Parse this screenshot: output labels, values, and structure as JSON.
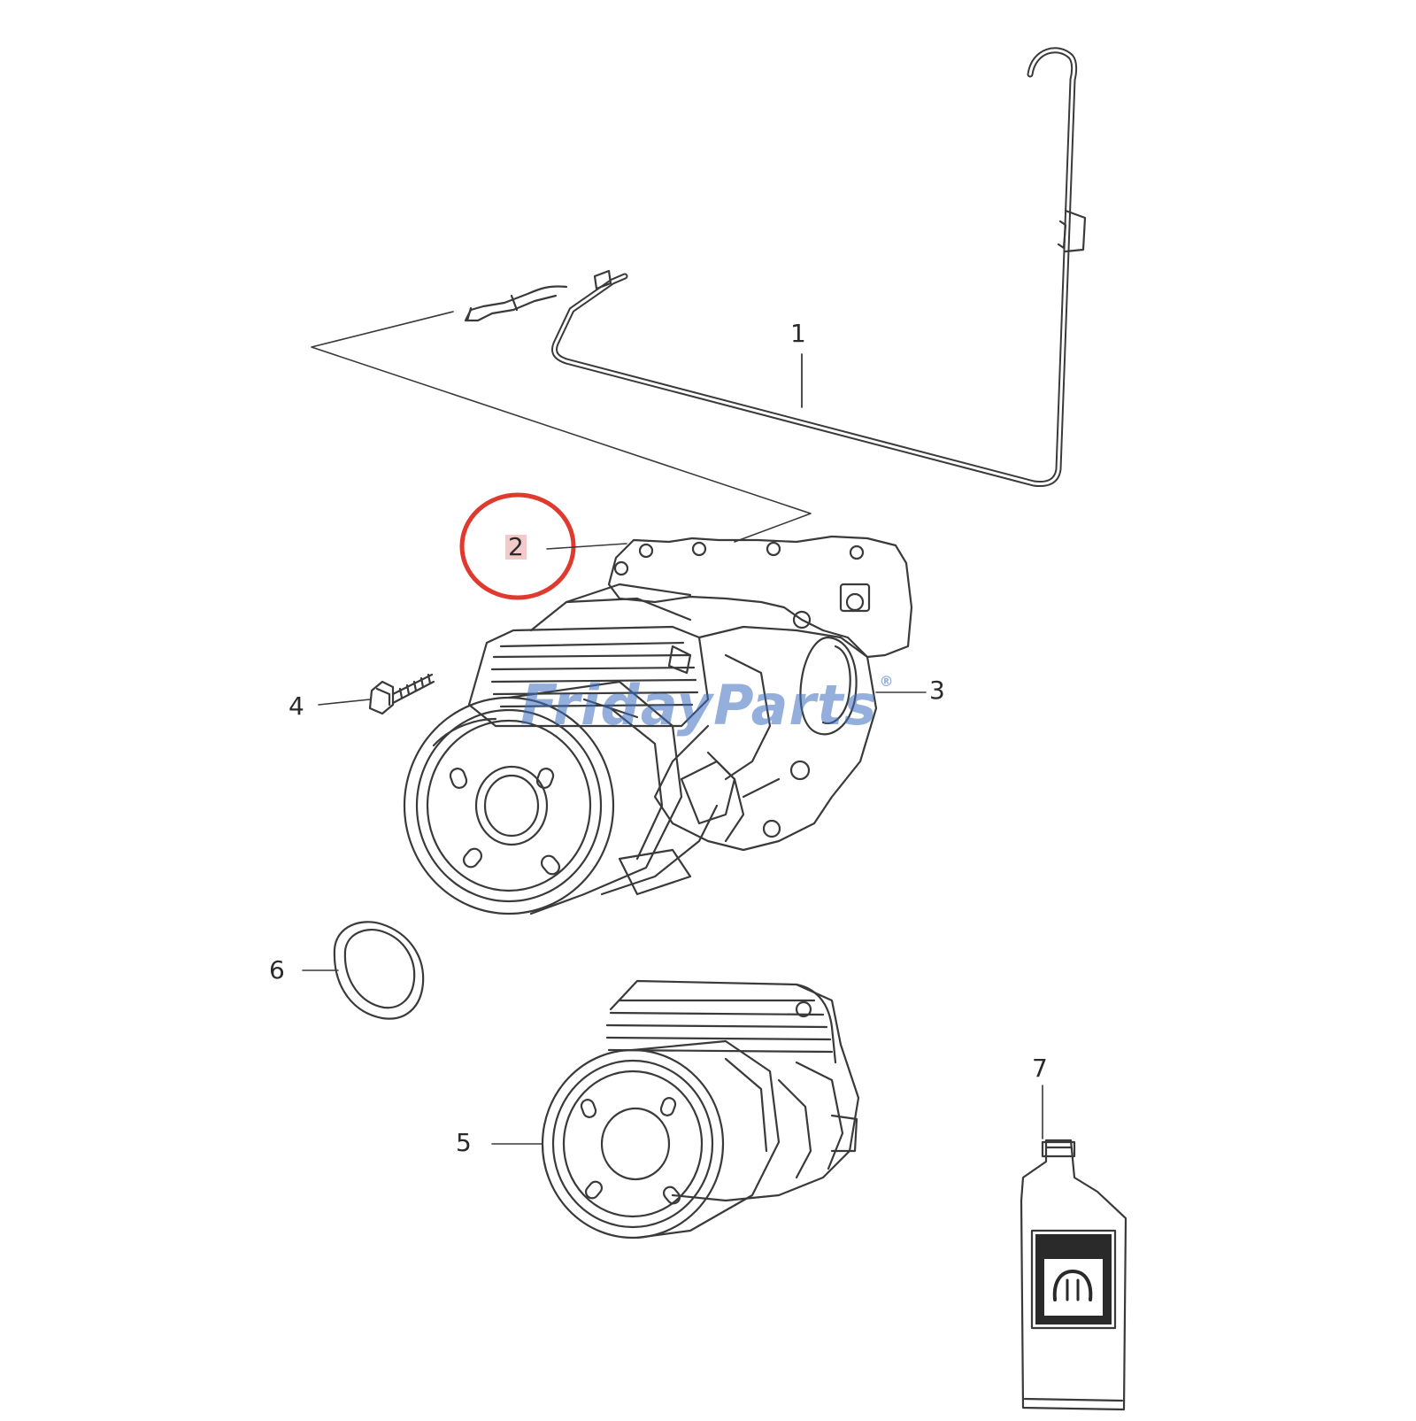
{
  "callouts": [
    {
      "id": "c1",
      "label": "1",
      "part": "tube"
    },
    {
      "id": "c2",
      "label": "2",
      "part": "vent",
      "highlighted": true
    },
    {
      "id": "c3",
      "label": "3",
      "part": "axle"
    },
    {
      "id": "c4",
      "label": "4",
      "part": "bolt"
    },
    {
      "id": "c5",
      "label": "5",
      "part": "axle-assembly"
    },
    {
      "id": "c6",
      "label": "6",
      "part": "seal"
    },
    {
      "id": "c7",
      "label": "7",
      "part": "lubricant"
    }
  ],
  "watermark": {
    "text": "FridayParts",
    "reg": "®"
  },
  "colors": {
    "line": "#3a3a3a",
    "highlight_ring": "#e03a2e",
    "highlight_fill": "#f3c9c9",
    "watermark_blue": "#3c6ebe",
    "watermark_orange": "#e69628"
  },
  "icons": {
    "bottle_logo": "mopar-logo-icon"
  }
}
